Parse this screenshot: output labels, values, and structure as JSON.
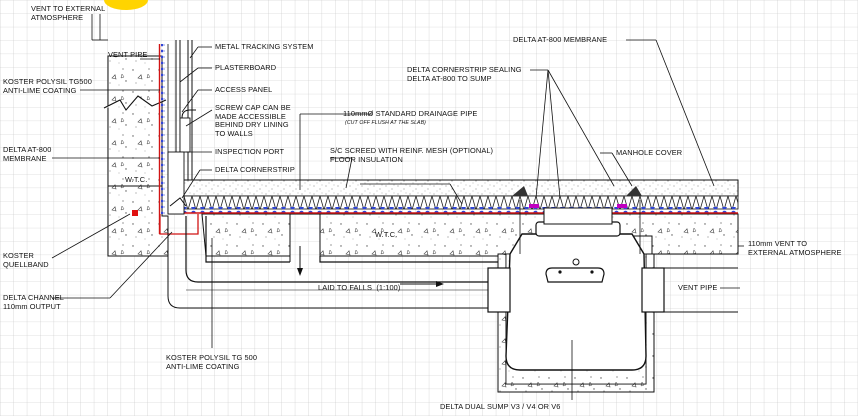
{
  "colors": {
    "grid": "#b9b9b9",
    "line": "#111111",
    "membrane_blue": "#2f45d6",
    "membrane_red": "#d11414",
    "quellband": "#e01010",
    "cornerstrip": "#c000c0",
    "sun": "#ffd400"
  },
  "labels": {
    "vent_external_top": "VENT TO EXTERNAL\nATMOSPHERE",
    "vent_pipe_top": "VENT PIPE",
    "metal_tracking": "METAL TRACKING SYSTEM",
    "plasterboard": "PLASTERBOARD",
    "koster_polysil_top": "KOSTER POLYSIL TG500\nANTI-LIME COATING",
    "access_panel": "ACCESS PANEL",
    "screw_cap": "SCREW CAP CAN BE\nMADE ACCESSIBLE\nBEHIND DRY LINING\nTO WALLS",
    "drainage_pipe": "110mmØ STANDARD DRAINAGE PIPE",
    "drainage_pipe_note": "(CUT OFF FLUSH AT THE SLAB)",
    "delta_at800_left": "DELTA AT-800\nMEMBRANE",
    "inspection_port": "INSPECTION PORT",
    "delta_cornerstrip": "DELTA CORNERSTRIP",
    "screed": "S/C SCREED WITH REINF. MESH (OPTIONAL)\nFLOOR INSULATION",
    "cornerstrip_sealing": "DELTA CORNERSTRIP SEALING\nDELTA AT-800 TO SUMP",
    "delta_at800_right": "DELTA AT-800 MEMBRANE",
    "manhole_cover": "MANHOLE COVER",
    "wtc_wall": "W.T.C.",
    "wtc_slab": "W.T.C.",
    "koster_quellband": "KOSTER\nQUELLBAND",
    "delta_channel": "DELTA CHANNEL\n110mm OUTPUT",
    "laid_to_falls": "LAID TO FALLS  (1:100)",
    "vent_110_right": "110mm VENT TO\nEXTERNAL ATMOSPHERE",
    "vent_pipe_right": "VENT PIPE",
    "koster_polysil_bottom": "KOSTER POLYSIL TG 500\nANTI-LIME COATING",
    "delta_dual_sump": "DELTA DUAL SUMP V3 / V4 OR V6"
  }
}
